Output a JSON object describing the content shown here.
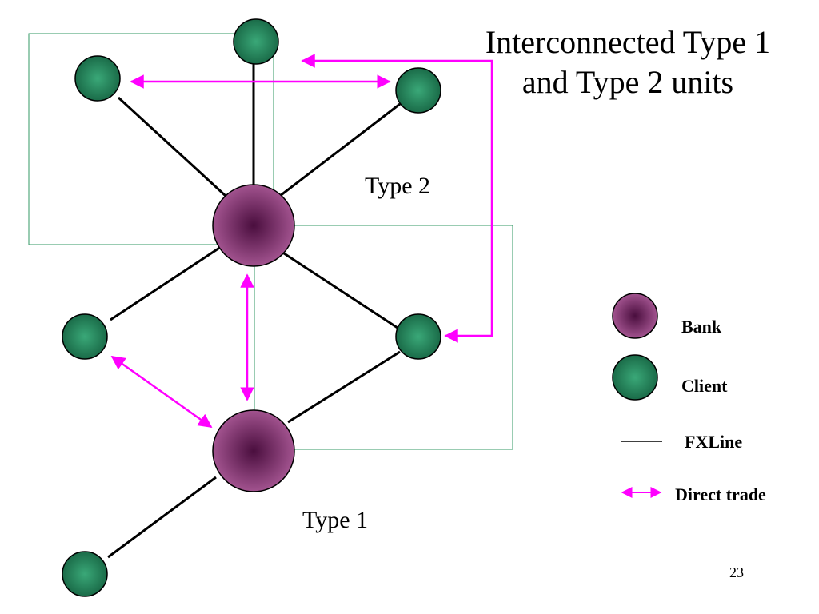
{
  "title": {
    "line1": "Interconnected Type 1",
    "line2": "and Type 2 units"
  },
  "units": [
    {
      "id": "type2",
      "label": "Type 2"
    },
    {
      "id": "type1",
      "label": "Type 1"
    }
  ],
  "legend": {
    "bank": "Bank",
    "client": "Client",
    "fxline": "FXLine",
    "direct_trade": "Direct trade"
  },
  "page_number": "23",
  "colors": {
    "bank_center": "#4a0e3e",
    "bank_edge": "#a2538f",
    "client_center": "#3aa878",
    "client_edge": "#1a6b48",
    "fxline": "#000000",
    "direct_trade": "#ff00ff",
    "unit_box": "#339966"
  }
}
